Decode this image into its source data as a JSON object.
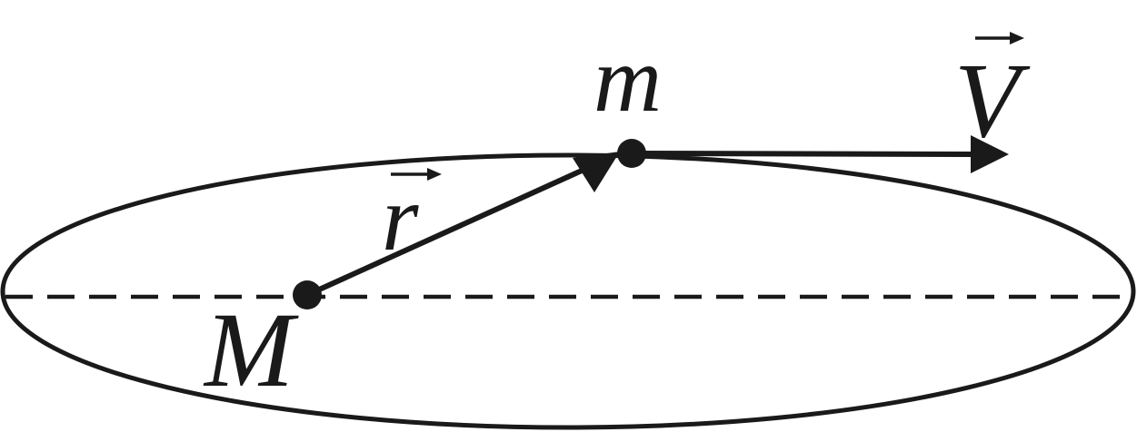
{
  "labels": {
    "central_mass": "M",
    "orbiting_mass": "m",
    "position_vector": "r",
    "velocity_vector": "V"
  },
  "colors": {
    "ink": "#1a1a1a",
    "background": "#ffffff"
  }
}
